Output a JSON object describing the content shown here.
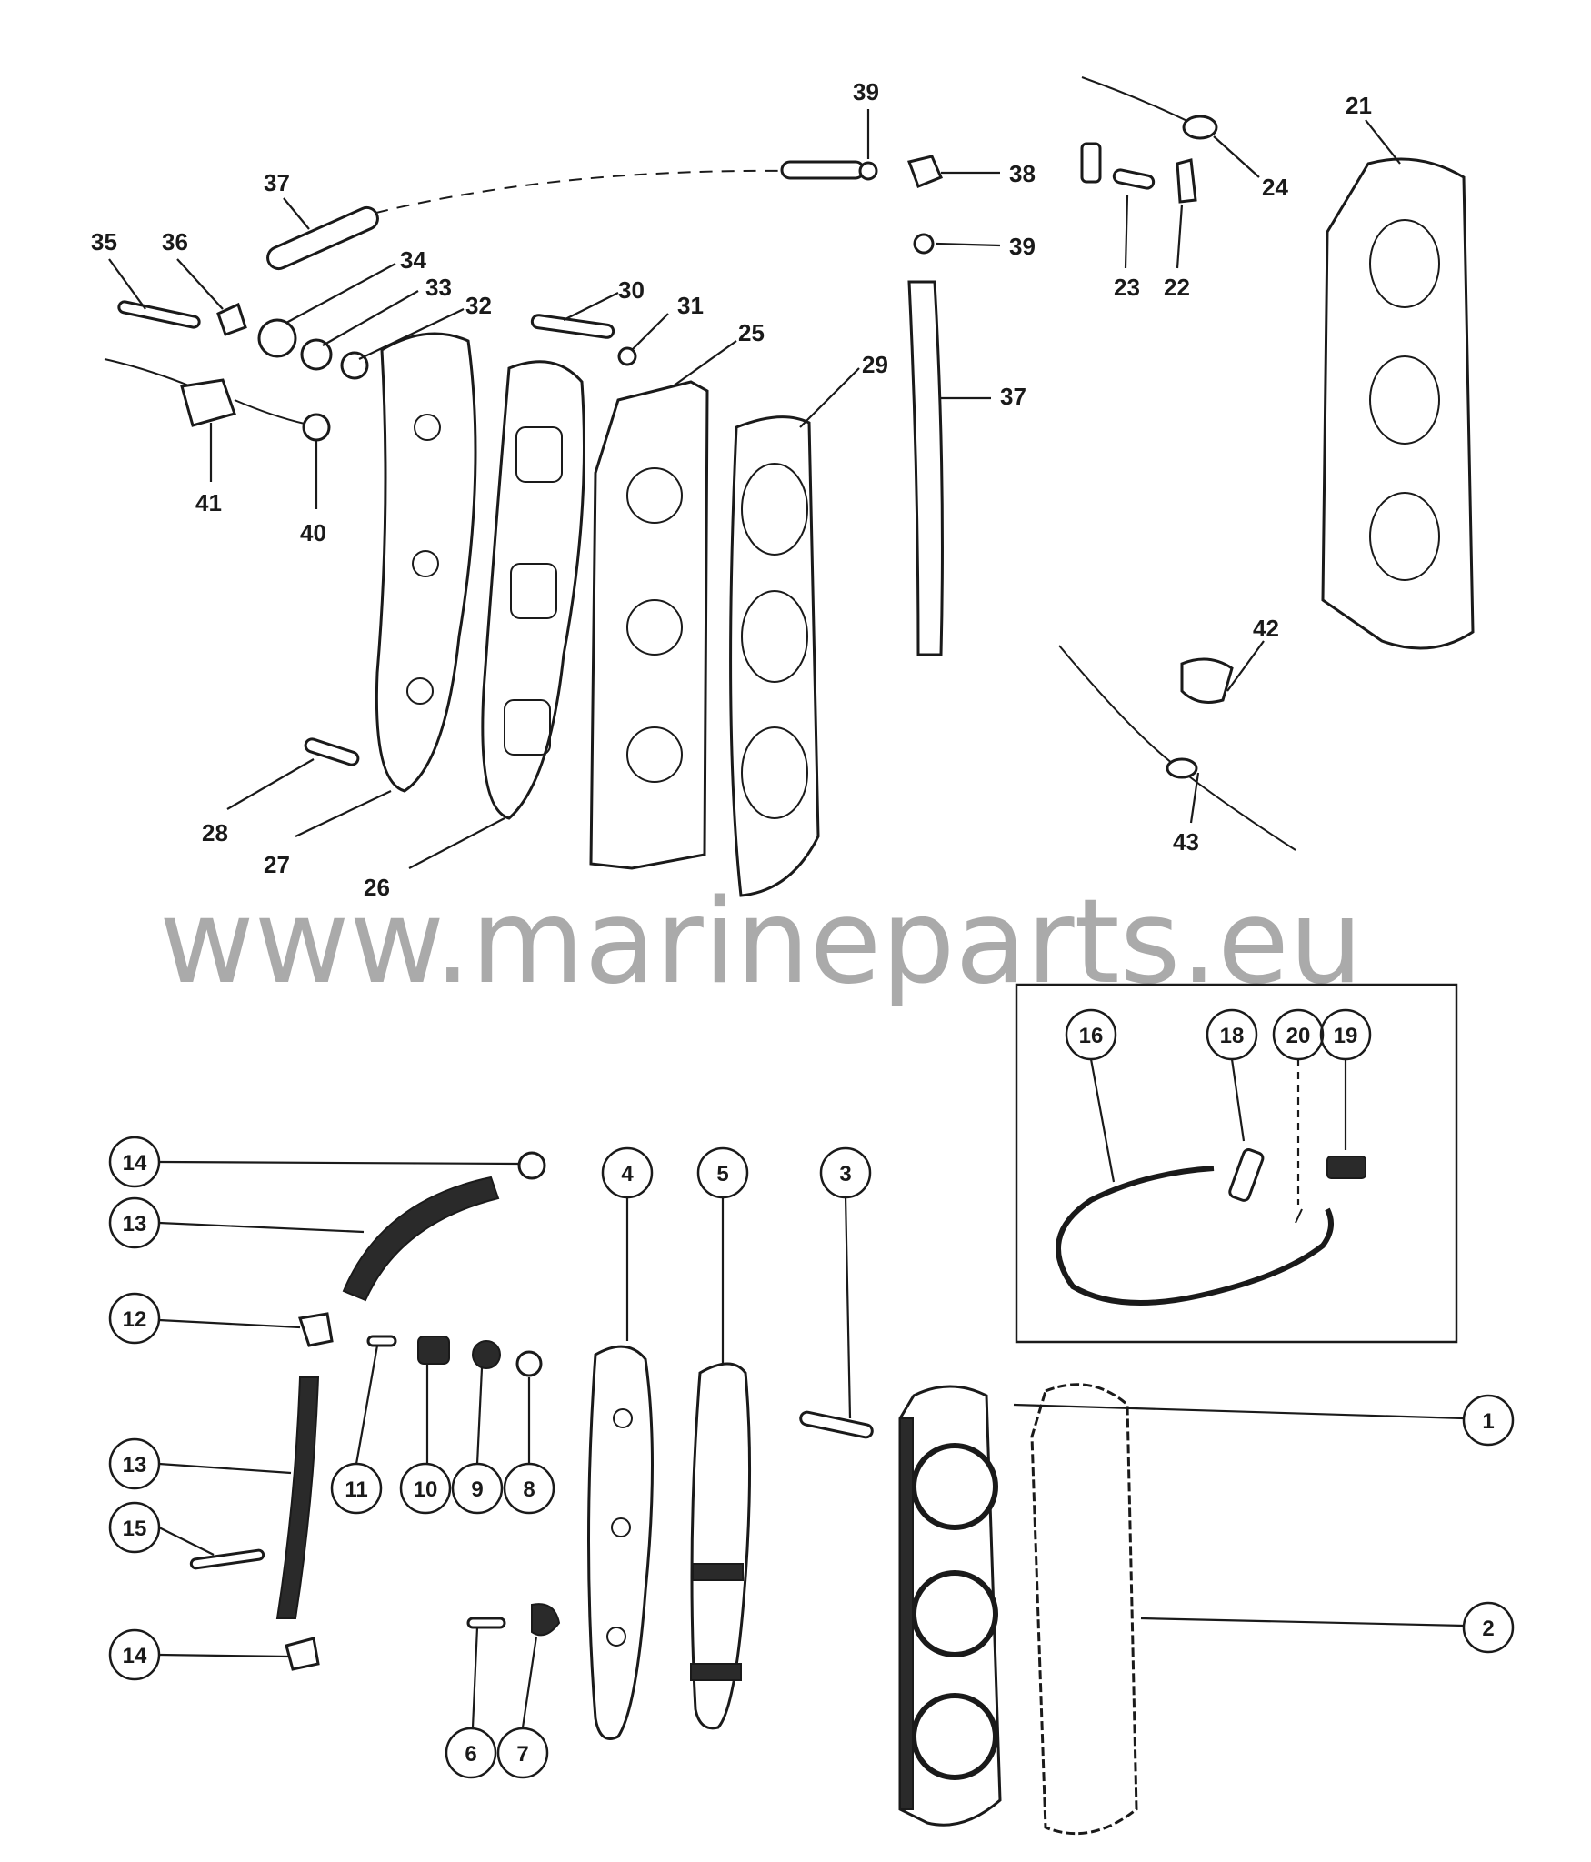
{
  "diagram": {
    "watermark": "www.marineparts.eu",
    "inset_box": {
      "labels": [
        "16",
        "18",
        "20",
        "19"
      ]
    },
    "upper_labels": {
      "l21": "21",
      "l22": "22",
      "l23": "23",
      "l24": "24",
      "l25": "25",
      "l26": "26",
      "l27": "27",
      "l28": "28",
      "l29": "29",
      "l30": "30",
      "l31": "31",
      "l32": "32",
      "l33": "33",
      "l34": "34",
      "l35": "35",
      "l36": "36",
      "l37a": "37",
      "l37b": "37",
      "l38": "38",
      "l39a": "39",
      "l39b": "39",
      "l40": "40",
      "l41": "41",
      "l42": "42",
      "l43": "43"
    },
    "lower_labels": {
      "c1": "1",
      "c2": "2",
      "c3": "3",
      "c4": "4",
      "c5": "5",
      "c6": "6",
      "c7": "7",
      "c8": "8",
      "c9": "9",
      "c10": "10",
      "c11": "11",
      "c12": "12",
      "c13a": "13",
      "c13b": "13",
      "c14a": "14",
      "c14b": "14",
      "c15": "15",
      "c16": "16",
      "c18": "18",
      "c19": "19",
      "c20": "20"
    }
  }
}
